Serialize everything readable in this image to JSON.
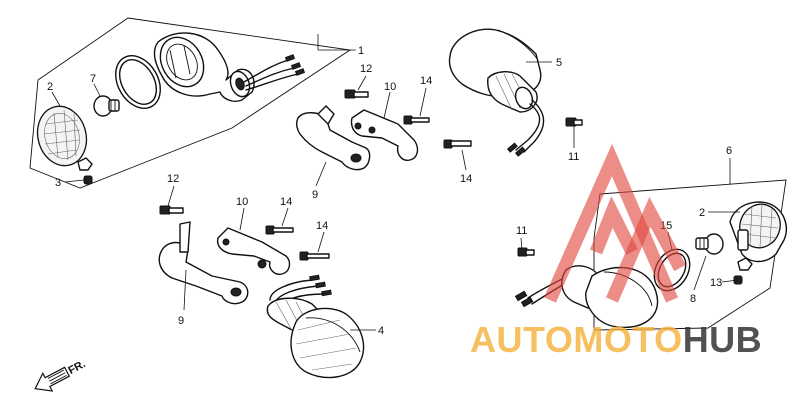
{
  "diagram": {
    "callouts": {
      "c1": "1",
      "c2a": "2",
      "c7": "7",
      "c3": "3",
      "c12a": "12",
      "c10a": "10",
      "c14a": "14",
      "c9a": "9",
      "c5": "5",
      "c11a": "11",
      "c14b": "14",
      "c6": "6",
      "c2b": "2",
      "c15": "15",
      "c8": "8",
      "c13": "13",
      "c11b": "11",
      "c12b": "12",
      "c10b": "10",
      "c14c": "14",
      "c14d": "14",
      "c9b": "9",
      "c4": "4"
    },
    "direction_label": "FR.",
    "watermark": {
      "auto": "AUTO",
      "moto": "MOTO",
      "hub": "HUB"
    },
    "colors": {
      "line": "#111111",
      "watermark_red": "#e0473f",
      "watermark_orange": "#f5b13d",
      "watermark_dark": "#333333"
    }
  }
}
